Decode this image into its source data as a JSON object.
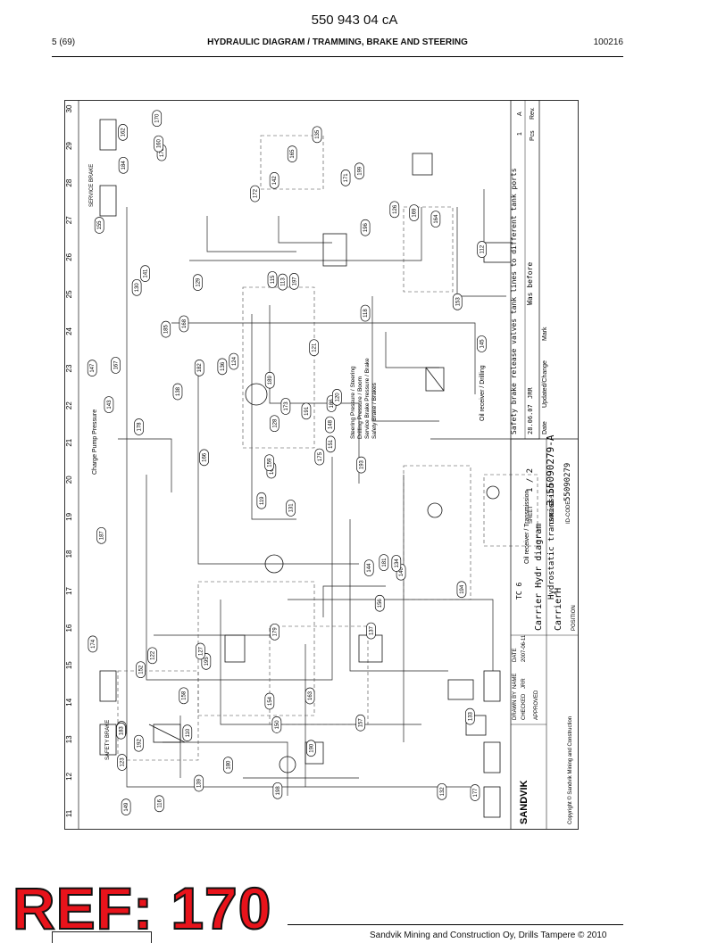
{
  "header": {
    "doc_number": "550 943 04 cA",
    "page": "5 (69)",
    "title": "HYDRAULIC DIAGRAM / TRAMMING, BRAKE AND STEERING",
    "date": "100216"
  },
  "diagram": {
    "grid_columns": [
      "11",
      "12",
      "13",
      "14",
      "15",
      "16",
      "17",
      "18",
      "19",
      "20",
      "21",
      "22",
      "23",
      "24",
      "25",
      "26",
      "27",
      "28",
      "29",
      "30"
    ],
    "callouts": [
      "131",
      "130",
      "161",
      "188",
      "186",
      "195",
      "199",
      "197",
      "196",
      "175",
      "176",
      "177",
      "178",
      "112",
      "119",
      "118",
      "116",
      "115",
      "121",
      "122",
      "124",
      "123",
      "110",
      "113",
      "120",
      "140",
      "141",
      "142",
      "143",
      "144",
      "145",
      "159",
      "154",
      "128",
      "129",
      "126",
      "127",
      "132",
      "133",
      "134",
      "135",
      "136",
      "138",
      "137",
      "139",
      "147",
      "148",
      "149",
      "150",
      "151",
      "152",
      "153",
      "155",
      "156",
      "157",
      "158",
      "160",
      "162",
      "163",
      "164",
      "165",
      "166",
      "167",
      "168",
      "169",
      "170",
      "171",
      "172",
      "173",
      "174",
      "179",
      "180",
      "181",
      "182",
      "183",
      "184",
      "185",
      "187",
      "189",
      "190",
      "191",
      "192",
      "193",
      "194",
      "198"
    ],
    "notes": {
      "charge_pump": "Charge Pump Pressure",
      "oil_receiver": "Oil receiver / Transmission",
      "safety_brake": "SAFETY BRAKE",
      "service_brake": "SERVICE BRAKE",
      "legend": [
        "Steering Pressure / Steering",
        "Drilling Pressure / Boom",
        "Service Brake Pressure / Brake",
        "Safety Brake / Brakes"
      ],
      "oil_receiver_drilling": "Oil receiver / Drilling"
    },
    "revision": {
      "note": "Safety brake release valves tank lines to different tank ports",
      "was_before": "Was before",
      "date": "28.06.07",
      "initials": "JRR",
      "col_date": "Date",
      "col_change": "Updated/Change",
      "col_mark": "Mark",
      "pcs": "Pcs",
      "rev": "Rev.",
      "pcs_value": "1",
      "rev_value": "A"
    },
    "title_block": {
      "brand": "SANDVIK",
      "copyright": "Copyright © Sandvik Mining and Construction",
      "title": "Carrier Hydr diagram",
      "subtitle": "CarrierH",
      "tc": "TC 6",
      "desc": "Hydrostatic transmission",
      "sheet_label": "SHEET",
      "sheet": "1 / 2",
      "dwg_label": "DWG NR",
      "dwg": "3-55090279-A",
      "idcode_label": "ID-CODE",
      "idcode": "55090279",
      "name_label": "NAME",
      "date_label": "DATE",
      "drawn": "DRAWN BY",
      "checked": "CHECKED",
      "approved": "APPROVED",
      "position": "POSITION",
      "drawn_name": "JRR",
      "drawn_date": "2007-06-11"
    }
  },
  "footer": {
    "ref": "REF: 170",
    "text": "Sandvik Mining and Construction Oy, Drills Tampere © 2010"
  }
}
